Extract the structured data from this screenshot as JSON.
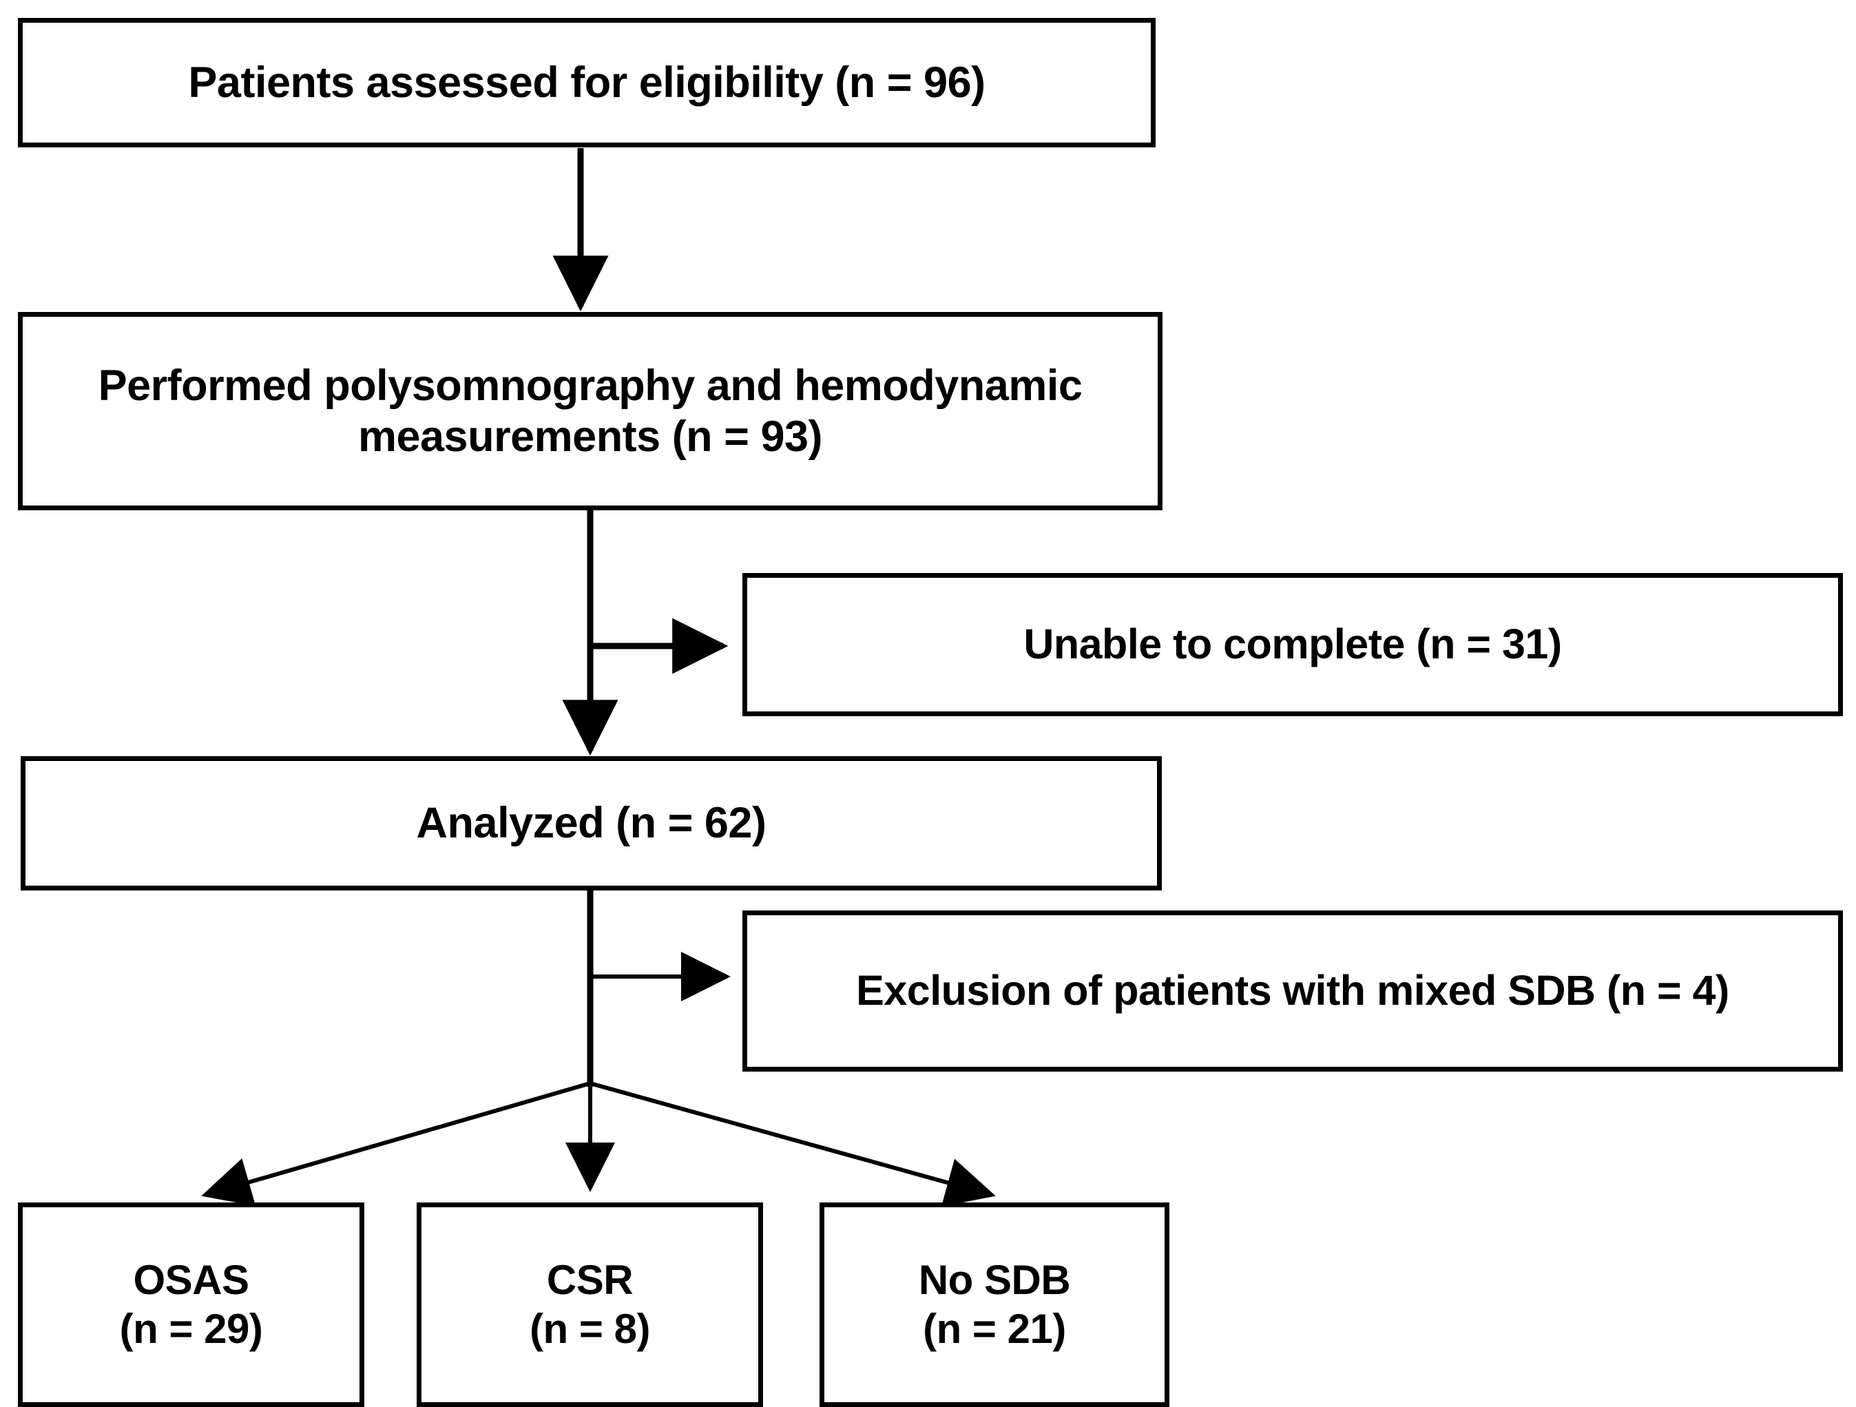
{
  "diagram": {
    "title": "CONSORT-style patient flow diagram",
    "type": "flowchart",
    "background_color": "#ffffff",
    "line_color": "#000000",
    "box_border_color": "#000000",
    "box_fill_color": "#ffffff"
  },
  "nodes": {
    "eligibility": {
      "label": "Patients assessed for eligibility (n = 96)",
      "count": 96
    },
    "performed": {
      "label": "Performed polysomnography and hemodynamic\nmeasurements (n = 93)",
      "count": 93
    },
    "unable": {
      "label": "Unable to complete (n = 31)",
      "count": 31
    },
    "analyzed": {
      "label": "Analyzed (n = 62)",
      "count": 62
    },
    "exclusion": {
      "label": "Exclusion of patients with mixed SDB (n = 4)",
      "count": 4
    },
    "osas": {
      "label": "OSAS\n(n = 29)",
      "count": 29
    },
    "csr": {
      "label": "CSR\n(n = 8)",
      "count": 8
    },
    "nosdb": {
      "label": "No SDB\n(n = 21)",
      "count": 21
    }
  },
  "edges": [
    {
      "name": "eligibility-to-performed",
      "from": "eligibility",
      "to": "performed",
      "style": "vertical-arrow"
    },
    {
      "name": "performed-to-unable",
      "from": "performed",
      "to": "unable",
      "style": "horizontal-branch-arrow"
    },
    {
      "name": "performed-to-analyzed",
      "from": "performed",
      "to": "analyzed",
      "style": "vertical-arrow"
    },
    {
      "name": "analyzed-to-exclusion",
      "from": "analyzed",
      "to": "exclusion",
      "style": "horizontal-branch-arrow"
    },
    {
      "name": "analyzed-to-osas",
      "from": "analyzed",
      "to": "osas",
      "style": "diagonal-arrow"
    },
    {
      "name": "analyzed-to-csr",
      "from": "analyzed",
      "to": "csr",
      "style": "vertical-arrow"
    },
    {
      "name": "analyzed-to-nosdb",
      "from": "analyzed",
      "to": "nosdb",
      "style": "diagonal-arrow"
    }
  ]
}
